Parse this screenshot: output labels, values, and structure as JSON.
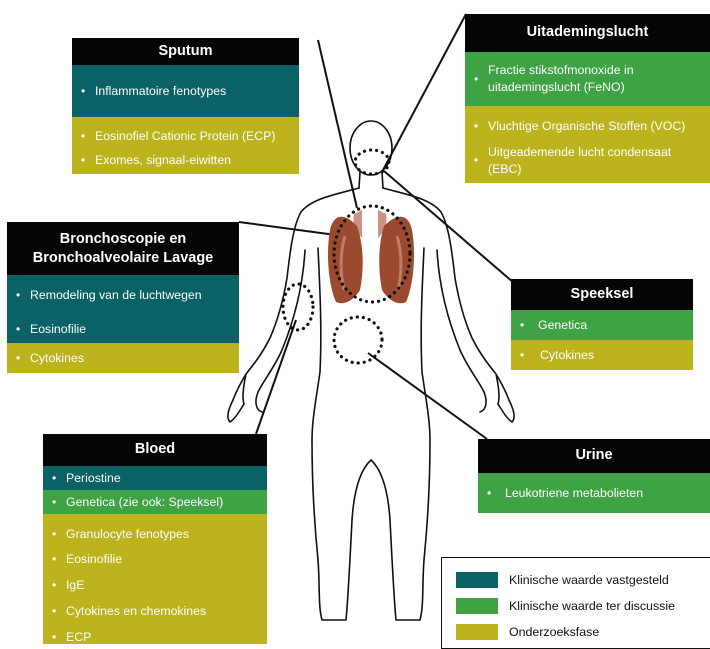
{
  "colors": {
    "title_bg": "#050505",
    "clinically_established": "#0a6166",
    "clinically_discussed": "#3fa244",
    "research_phase": "#bdb41d",
    "lung": "#9c4a2f"
  },
  "cards": {
    "sputum": {
      "title": "Sputum",
      "items": [
        "Inflammatoire fenotypes",
        "Eosinofiel Cationic Protein (ECP)",
        "Exomes, signaal-eiwitten"
      ]
    },
    "exhaled": {
      "title": "Uitademingslucht",
      "items": [
        "Fractie stikstofmonoxide in uitademingslucht (FeNO)",
        "Vluchtige Organische Stoffen (VOC)",
        "Uitgeademende lucht condensaat (EBC)"
      ]
    },
    "bronchoscopy": {
      "title_line1": "Bronchoscopie en",
      "title_line2": "Bronchoalveolaire Lavage",
      "items": [
        "Remodeling van de luchtwegen",
        "Eosinofilie",
        "Cytokines"
      ]
    },
    "saliva": {
      "title": "Speeksel",
      "items": [
        "Genetica",
        "Cytokines"
      ]
    },
    "urine": {
      "title": "Urine",
      "items": [
        "Leukotriene metabolieten"
      ]
    },
    "blood": {
      "title": "Bloed",
      "items": [
        "Periostine",
        "Genetica (zie ook: Speeksel)",
        "Granulocyte fenotypes",
        "Eosinofilie",
        "IgE",
        "Cytokines en chemokines",
        "ECP"
      ]
    }
  },
  "legend": {
    "items": [
      "Klinische waarde vastgesteld",
      "Klinische waarde ter discussie",
      "Onderzoeksfase"
    ]
  },
  "icons": {
    "bullet": "bullet-dot-icon",
    "lungs": "lungs-icon",
    "body": "human-body-outline-icon"
  }
}
